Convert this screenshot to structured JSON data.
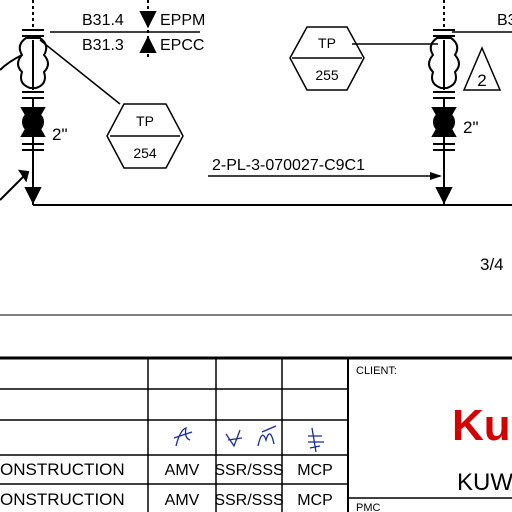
{
  "piping": {
    "spec_labels": [
      {
        "code": "B31.4",
        "text": "EPPM"
      },
      {
        "code": "B31.3",
        "text": "EPCC"
      }
    ],
    "right_code_partial": "B3",
    "test_points": [
      {
        "top": "TP",
        "number": "254"
      },
      {
        "top": "TP",
        "number": "255"
      }
    ],
    "valve_sizes": [
      "2\"",
      "2\""
    ],
    "revision_mark": "2",
    "line_number": "2-PL-3-070027-C9C1",
    "sheet_ref": "3/4"
  },
  "title_block": {
    "client_label": "CLIENT:",
    "client_logo_partial": "Ku",
    "client_name_partial": "KUW",
    "bottom_label_partial": "PMC",
    "rows": [
      {
        "description": "ONSTRUCTION",
        "by": "AMV",
        "chk": "SSR/SSS",
        "app": "MCP"
      },
      {
        "description": "ONSTRUCTION",
        "by": "AMV",
        "chk": "SSR/SSS",
        "app": "MCP"
      }
    ]
  }
}
